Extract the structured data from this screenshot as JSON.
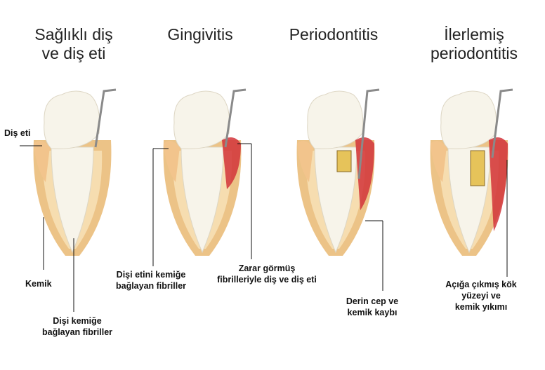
{
  "stages": [
    {
      "title_line1": "Sağlıklı diş",
      "title_line2": "ve diş eti"
    },
    {
      "title_line1": "Gingivitis",
      "title_line2": ""
    },
    {
      "title_line1": "Periodontitis",
      "title_line2": ""
    },
    {
      "title_line1": "İlerlemiş",
      "title_line2": "periodontitis"
    }
  ],
  "labels": {
    "gum": "Diş eti",
    "bone": "Kemik",
    "fibers_line1": "Dişi kemiğe",
    "fibers_line2": "bağlayan fibriller",
    "gum_fibers_line1": "Dişi etini kemiğe",
    "gum_fibers_line2": "bağlayan fibriller",
    "damaged_line1": "Zarar görmüş",
    "damaged_line2": "fibrilleriyle diş ve diş eti",
    "pocket_line1": "Derin cep ve",
    "pocket_line2": "kemik kaybı",
    "exposed_line1": "Açığa çıkmış kök",
    "exposed_line2": "yüzeyi ve",
    "exposed_line3": "kemik yıkımı"
  },
  "colors": {
    "bone": "#e9b872",
    "gum": "#f2c48c",
    "inflamed": "#d2343a",
    "tooth": "#f7f4ea",
    "probe": "#8a8a8a"
  }
}
